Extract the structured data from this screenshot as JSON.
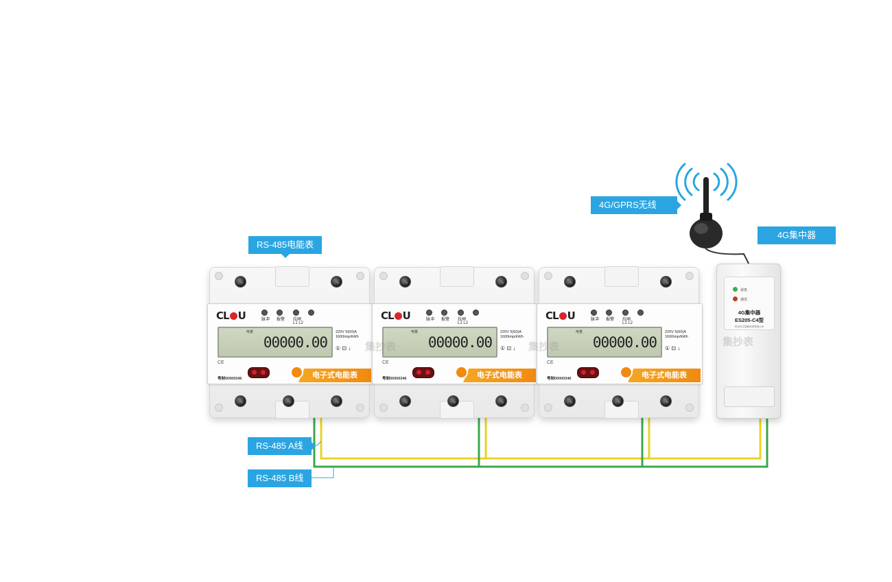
{
  "callouts": {
    "meters": "RS-485电能表",
    "wireless": "4G/GPRS无线",
    "concentrator": "4G集中器",
    "line_a": "RS-485 A线",
    "line_b": "RS-485 B线"
  },
  "meter": {
    "brand_left": "CL",
    "brand_right": "U",
    "led_labels": [
      "脉冲",
      "报警",
      "拉闸"
    ],
    "phase_labels": "L1  L2",
    "lcd_tag": "电量",
    "reading": "00000.00",
    "spec_voltage": "220V  5(60)A",
    "spec_constant": "1600imp/kWh",
    "icons": "① ⊡ ↓",
    "cert": "CE",
    "serial": "粤制00000346",
    "product_name": "电子式电能表"
  },
  "concentrator": {
    "led_status": "状态",
    "led_comm": "通讯",
    "name": "4G集中器",
    "model": "ES205-C4型",
    "maker": "杭州华立智能科技有限公司"
  },
  "watermark": "集抄表",
  "colors": {
    "callout_blue": "#2aa5e2",
    "wire_yellow": "#e8d422",
    "wire_green": "#3aa84a",
    "accent_orange": "#f08a12"
  }
}
